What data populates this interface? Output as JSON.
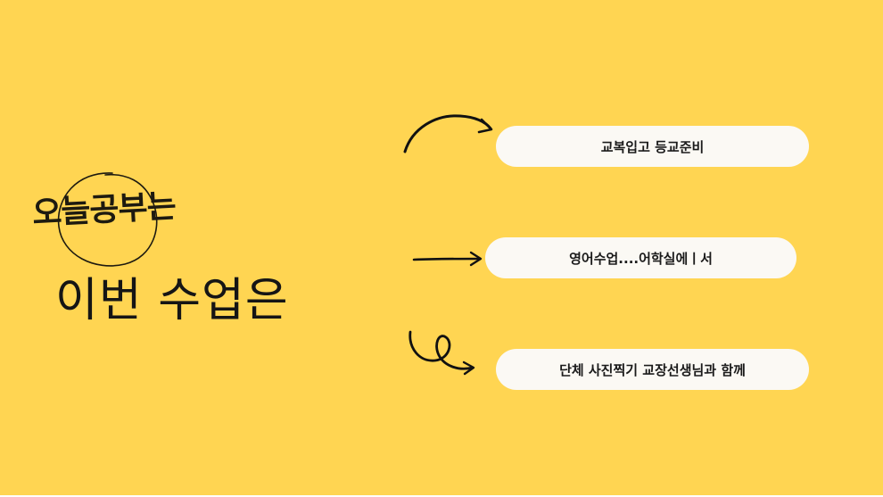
{
  "slide": {
    "background_color": "#ffd552",
    "handwritten_label": "오늘공부는",
    "main_title": "이번 수업은",
    "items": [
      {
        "label": "교복입고 등교준비",
        "arrow": "curved-arc-arrow-icon"
      },
      {
        "label": "영어수업....어학실에ㅣ서",
        "arrow": "straight-arrow-icon"
      },
      {
        "label": "단체 사진찍기 교장선생님과 함께",
        "arrow": "loop-arrow-icon"
      }
    ]
  }
}
